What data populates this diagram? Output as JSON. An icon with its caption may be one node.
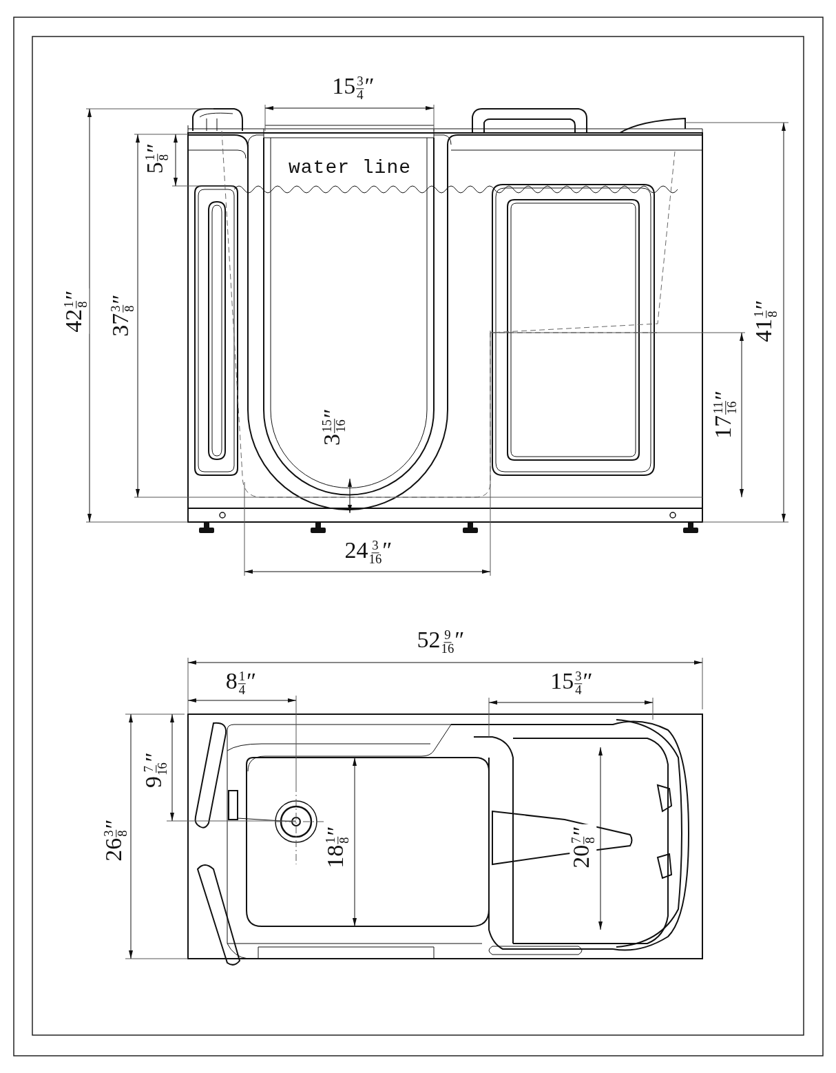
{
  "diagram": {
    "labels": [
      "15$^{3}$$_{4}$″",
      "water line",
      "5$^{1}$$_{8}$″",
      "42$^{1}$$_{8}$″",
      "37$^{3}$$_{8}$″",
      "41$^{1}$$_{8}$″",
      "3$^{15}$$_{16}$″",
      "17$^{11}$$_{16}$″",
      "24$^{3}$$_{16}$″",
      "52$^{9}$$_{16}$″",
      "8$^{1}$$_{4}$″",
      "15$^{3}$$_{4}$″",
      "9$^{7}$$_{16}$″",
      "26$^{3}$$_{8}$″",
      "18$^{1}$$_{8}$″",
      "20$^{7}$$_{8}$″"
    ]
  }
}
